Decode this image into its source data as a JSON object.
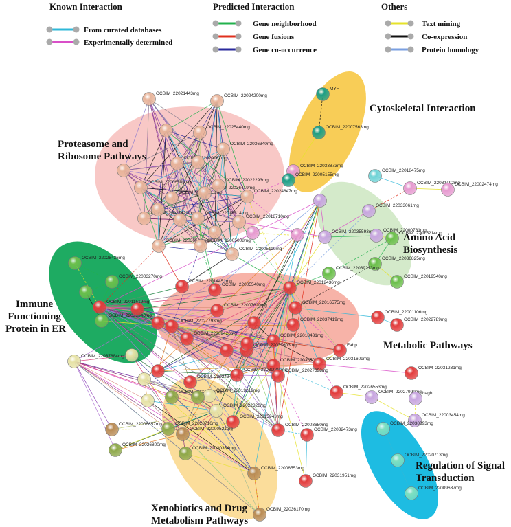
{
  "legend": {
    "groups": [
      {
        "title": "Known Interaction",
        "items": [
          {
            "label": "From curated databases",
            "color": "#2fb8d8"
          },
          {
            "label": "Experimentally determined",
            "color": "#d94fc8"
          }
        ]
      },
      {
        "title": "Predicted Interaction",
        "items": [
          {
            "label": "Gene neighborhood",
            "color": "#22b24c"
          },
          {
            "label": "Gene fusions",
            "color": "#e0301e"
          },
          {
            "label": "Gene co-occurrence",
            "color": "#2a2a9c"
          }
        ]
      },
      {
        "title": "Others",
        "items": [
          {
            "label": "Text mining",
            "color": "#e6e22a"
          },
          {
            "label": "Co-expression",
            "color": "#111111"
          },
          {
            "label": "Protein homology",
            "color": "#7a9fe0"
          }
        ]
      }
    ]
  },
  "clusters": [
    {
      "id": "proteasome",
      "lines": [
        "Proteasome and",
        "Ribosome Pathways"
      ],
      "color": "#f3a3a0"
    },
    {
      "id": "cytoskeletal",
      "lines": [
        "Cytoskeletal Interaction"
      ],
      "color": "#f7c43a"
    },
    {
      "id": "amino",
      "lines": [
        "Amino Acid",
        "Biosynthesis"
      ],
      "color": "#c5e3b8"
    },
    {
      "id": "immune",
      "lines": [
        "Immune",
        "Functioning",
        "Protein in ER"
      ],
      "color": "#12a65a"
    },
    {
      "id": "metabolic",
      "lines": [
        "Metabolic Pathways"
      ],
      "color": "#f28a7a"
    },
    {
      "id": "xeno",
      "lines": [
        "Xenobiotics and Drug",
        "Metabolism Pathways"
      ],
      "color": "#f9d27a"
    },
    {
      "id": "signal",
      "lines": [
        "Regulation of Signal",
        "Transduction"
      ],
      "color": "#12b8e0"
    }
  ],
  "node_colors": {
    "peach": "#e8b49a",
    "red": "#e23c3c",
    "green": "#6cbf4c",
    "teal": "#1e9e86",
    "lavender": "#c8a6e0",
    "pink": "#e69ad0",
    "cyan": "#6fd3d6",
    "khaki": "#e6e2a6",
    "olive": "#8ea84a",
    "brown": "#b98c56",
    "aqua": "#7fe0c0"
  },
  "nodes": [
    {
      "label": "OCBIM_22021443mg",
      "color": "peach"
    },
    {
      "label": "OCBIM_22024200mg",
      "color": "peach"
    },
    {
      "label": "OCBIM_22025440mg",
      "color": "peach"
    },
    {
      "label": "OCBIM_22036340mg",
      "color": "peach"
    },
    {
      "label": "OCBIM_22029167mg",
      "color": "peach"
    },
    {
      "label": "OCBIM_22006581mg",
      "color": "peach"
    },
    {
      "label": "OCBIM_22017212mg",
      "color": "peach"
    },
    {
      "label": "OCBIM_22036419mg",
      "color": "peach"
    },
    {
      "label": "OCBIM_22022293mg",
      "color": "peach"
    },
    {
      "label": "OCBIM_22024847mg",
      "color": "peach"
    },
    {
      "label": "OCBIM_22027429mg",
      "color": "peach"
    },
    {
      "label": "OCBIM_22015514mg",
      "color": "peach"
    },
    {
      "label": "OCBIM_22018710mg",
      "color": "peach"
    },
    {
      "label": "OCBIM_22036500mg",
      "color": "peach"
    },
    {
      "label": "OCBIM_22005008mg",
      "color": "peach"
    },
    {
      "label": "OCBIM_22005110mg",
      "color": "peach"
    },
    {
      "label": "MYH",
      "color": "teal"
    },
    {
      "label": "OCBIM_22007563mg",
      "color": "teal"
    },
    {
      "label": "OCBIM_22033873mg",
      "color": "pink"
    },
    {
      "label": "OCBIM_22005155mg",
      "color": "teal"
    },
    {
      "label": "OCBIM_22018475mg",
      "color": "cyan"
    },
    {
      "label": "OCBIM_22031492mg",
      "color": "pink"
    },
    {
      "label": "OCBIM_22002474mg",
      "color": "pink"
    },
    {
      "label": "OCBIM_22033061mg",
      "color": "lavender"
    },
    {
      "label": "OCBIM_22035593mg",
      "color": "lavender"
    },
    {
      "label": "OCBIM_22000781mg",
      "color": "lavender"
    },
    {
      "label": "OCBIM_22015214mg",
      "color": "green"
    },
    {
      "label": "OCBIM_22036825mg",
      "color": "green"
    },
    {
      "label": "OCBIM_22019540mg",
      "color": "green"
    },
    {
      "label": "OCBIM_22039213mg",
      "color": "green"
    },
    {
      "label": "OCBIM_22028436mg",
      "color": "green"
    },
    {
      "label": "OCBIM_22003270mg",
      "color": "green"
    },
    {
      "label": "OCBIM_22011519mg",
      "color": "red"
    },
    {
      "label": "OCBIM_22033046mg",
      "color": "green"
    },
    {
      "label": "OCBIM_22014451mg",
      "color": "red"
    },
    {
      "label": "OCBIM_22005540mg",
      "color": "red"
    },
    {
      "label": "OCBIM_22012436mg",
      "color": "red"
    },
    {
      "label": "OCBIM_22007620mg",
      "color": "red"
    },
    {
      "label": "OCBIM_22016575mg",
      "color": "red"
    },
    {
      "label": "OCBIM_22027793mg",
      "color": "red"
    },
    {
      "label": "OCBIM_22037419mg",
      "color": "red"
    },
    {
      "label": "OCBIM_22001106mg",
      "color": "red"
    },
    {
      "label": "OCBIM_22022789mg",
      "color": "red"
    },
    {
      "label": "OCBIM_22009426mg",
      "color": "red"
    },
    {
      "label": "OCBIM_22018431mg",
      "color": "red"
    },
    {
      "label": "Fabp",
      "color": "red"
    },
    {
      "label": "OCBIM_22037884mg",
      "color": "khaki"
    },
    {
      "label": "OCBIM_22037603mg",
      "color": "red"
    },
    {
      "label": "OCBIM_22035502mg",
      "color": "red"
    },
    {
      "label": "OCBIM_22031609mg",
      "color": "red"
    },
    {
      "label": "OCBIM_22031231mg",
      "color": "red"
    },
    {
      "label": "OCBIM_22024348mg",
      "color": "red"
    },
    {
      "label": "OCBIM_22039086mg",
      "color": "red"
    },
    {
      "label": "OCBIM_22027353mg",
      "color": "red"
    },
    {
      "label": "OCBIM_22026553mg",
      "color": "red"
    },
    {
      "label": "OCBIM_22027999mg",
      "color": "lavender"
    },
    {
      "label": "OCBIM_22028783mg",
      "color": "olive"
    },
    {
      "label": "OCBIM_22019212mg",
      "color": "khaki"
    },
    {
      "label": "OCBIM_22022828mg",
      "color": "khaki"
    },
    {
      "label": "OCBIM_22008657mg",
      "color": "brown"
    },
    {
      "label": "OCBIM_22015943mg",
      "color": "red"
    },
    {
      "label": "OCBIM_22003650mg",
      "color": "red"
    },
    {
      "label": "OCBIM_22023716mg",
      "color": "olive"
    },
    {
      "label": "OCBIM_22000521mg",
      "color": "brown"
    },
    {
      "label": "OCBIM_22032473mg",
      "color": "red"
    },
    {
      "label": "OCBIM_22026800mg",
      "color": "olive"
    },
    {
      "label": "OCBIM_22030334mg",
      "color": "olive"
    },
    {
      "label": "OCBIM_22008553mg",
      "color": "brown"
    },
    {
      "label": "OCBIM_22031951mg",
      "color": "red"
    },
    {
      "label": "OCBIM_22036170mg",
      "color": "brown"
    },
    {
      "label": "OCBIM_22003454mg",
      "color": "lavender"
    },
    {
      "label": "hagh",
      "color": "lavender"
    },
    {
      "label": "OCBIM_22038393mg",
      "color": "aqua"
    },
    {
      "label": "OCBIM_22020713mg",
      "color": "aqua"
    },
    {
      "label": "OCBIM_22009637mg",
      "color": "aqua"
    },
    {
      "label": "",
      "color": "peach"
    },
    {
      "label": "",
      "color": "peach"
    },
    {
      "label": "",
      "color": "peach"
    },
    {
      "label": "",
      "color": "peach"
    },
    {
      "label": "",
      "color": "peach"
    },
    {
      "label": "",
      "color": "peach"
    },
    {
      "label": "",
      "color": "red"
    },
    {
      "label": "",
      "color": "red"
    },
    {
      "label": "",
      "color": "red"
    },
    {
      "label": "",
      "color": "red"
    },
    {
      "label": "",
      "color": "red"
    },
    {
      "label": "",
      "color": "red"
    },
    {
      "label": "",
      "color": "khaki"
    },
    {
      "label": "",
      "color": "khaki"
    },
    {
      "label": "",
      "color": "khaki"
    },
    {
      "label": "",
      "color": "green"
    },
    {
      "label": "",
      "color": "olive"
    },
    {
      "label": "",
      "color": "pink"
    },
    {
      "label": "",
      "color": "pink"
    },
    {
      "label": "",
      "color": "lavender"
    }
  ]
}
